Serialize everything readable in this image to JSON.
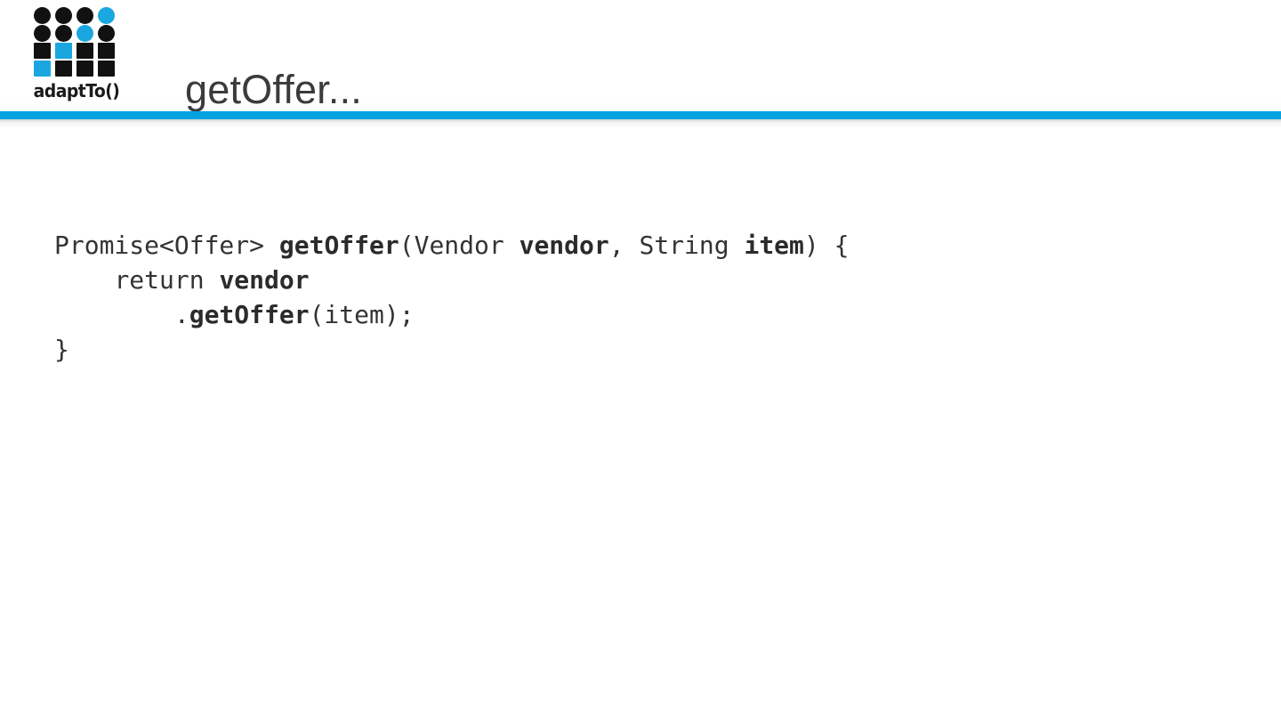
{
  "slide": {
    "title": "getOffer...",
    "background_color": "#ffffff",
    "accent_color": "#00a3e0",
    "text_color": "#3b3b3b",
    "code_color": "#333333"
  },
  "logo": {
    "wordmark": "adaptTo()",
    "black": "#111111",
    "blue": "#1aa7e0",
    "grid": [
      [
        {
          "shape": "round",
          "color": "black"
        },
        {
          "shape": "round",
          "color": "black"
        },
        {
          "shape": "round",
          "color": "black"
        },
        {
          "shape": "round",
          "color": "blue"
        }
      ],
      [
        {
          "shape": "round",
          "color": "black"
        },
        {
          "shape": "round",
          "color": "black"
        },
        {
          "shape": "round",
          "color": "blue"
        },
        {
          "shape": "round",
          "color": "black"
        }
      ],
      [
        {
          "shape": "square",
          "color": "black"
        },
        {
          "shape": "square",
          "color": "blue"
        },
        {
          "shape": "square",
          "color": "black"
        },
        {
          "shape": "square",
          "color": "black"
        }
      ],
      [
        {
          "shape": "square",
          "color": "blue"
        },
        {
          "shape": "square",
          "color": "black"
        },
        {
          "shape": "square",
          "color": "black"
        },
        {
          "shape": "square",
          "color": "black"
        }
      ]
    ]
  },
  "code": {
    "language": "java",
    "lines": [
      {
        "indent": 0,
        "tokens": [
          {
            "text": "Promise<Offer> ",
            "bold": false
          },
          {
            "text": "getOffer",
            "bold": true
          },
          {
            "text": "(Vendor ",
            "bold": false
          },
          {
            "text": "vendor",
            "bold": true
          },
          {
            "text": ", String ",
            "bold": false
          },
          {
            "text": "item",
            "bold": true
          },
          {
            "text": ") {",
            "bold": false
          }
        ]
      },
      {
        "indent": 4,
        "tokens": [
          {
            "text": "return ",
            "bold": false
          },
          {
            "text": "vendor",
            "bold": true
          }
        ]
      },
      {
        "indent": 8,
        "tokens": [
          {
            "text": ".",
            "bold": false
          },
          {
            "text": "getOffer",
            "bold": true
          },
          {
            "text": "(item);",
            "bold": false
          }
        ]
      },
      {
        "indent": 0,
        "tokens": [
          {
            "text": "}",
            "bold": false
          }
        ]
      }
    ],
    "plain_text": "Promise<Offer> getOffer(Vendor vendor, String item) {\n    return vendor\n        .getOffer(item);\n}"
  }
}
